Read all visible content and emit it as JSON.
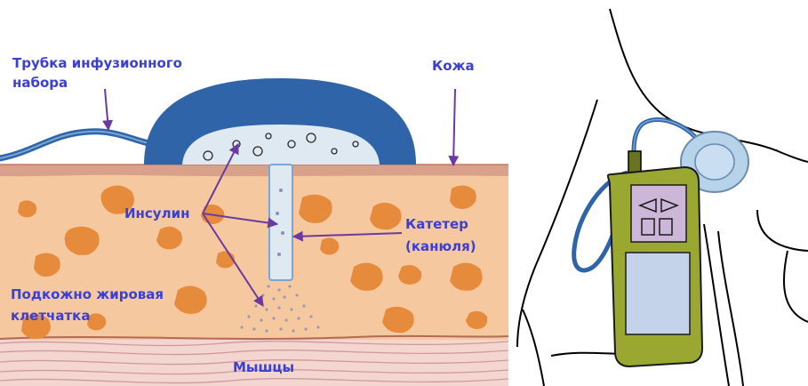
{
  "labels": {
    "tube_line1": "Трубка инфузионного",
    "tube_line2": "набора",
    "skin": "Кожа",
    "insulin": "Инсулин",
    "catheter_line1": "Катетер",
    "catheter_line2": "(канюля)",
    "fat_line1": "Подкожно жировая",
    "fat_line2": "клетчатка",
    "muscle": "Мышцы"
  },
  "colors": {
    "label_text": "#3a3fd6",
    "arrow": "#6b3aa0",
    "patch_dome": "#2f64a8",
    "reservoir": "#dfe9f2",
    "skin_layer": "#d9a08a",
    "fat_tissue": "#f6c8a0",
    "fat_cells": "#e68a3c",
    "muscle": "#f2d6cf",
    "pump_body": "#9aa832",
    "pump_screen": "#c4d3ea",
    "pump_buttons": "#cdb7d8",
    "pump_site": "#b7d3ea",
    "outline": "#000000"
  },
  "icons": [
    "left-triangle-button-icon",
    "right-triangle-button-icon",
    "square-button-icon",
    "square-button-icon"
  ]
}
